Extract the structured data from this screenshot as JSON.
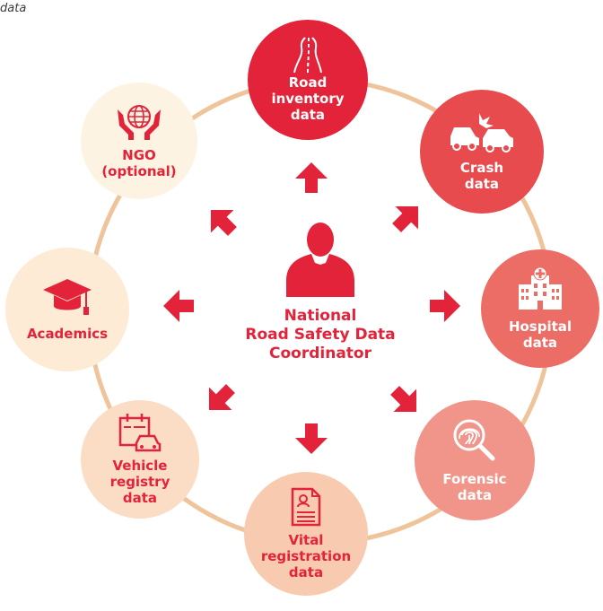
{
  "caption": "data",
  "colors": {
    "ring": "#e9b98c",
    "accent": "#e3233a",
    "dark_red": "#e3233a",
    "white": "#ffffff"
  },
  "center": {
    "title": "National\nRoad Safety Data\nCoordinator",
    "icon": "person-silhouette-icon"
  },
  "nodes": [
    {
      "id": "road-inventory",
      "label": "Road\ninventory\ndata",
      "icon": "road-icon",
      "fill": "#e3233a",
      "text_color": "#ffffff"
    },
    {
      "id": "crash",
      "label": "Crash\ndata",
      "icon": "car-crash-icon",
      "fill": "#e74b4e",
      "text_color": "#ffffff"
    },
    {
      "id": "hospital",
      "label": "Hospital\ndata",
      "icon": "hospital-icon",
      "fill": "#ec6d66",
      "text_color": "#ffffff"
    },
    {
      "id": "forensic",
      "label": "Forensic\ndata",
      "icon": "fingerprint-magnifier-icon",
      "fill": "#f1958b",
      "text_color": "#ffffff"
    },
    {
      "id": "vital-registration",
      "label": "Vital\nregistration\ndata",
      "icon": "certificate-document-icon",
      "fill": "#f8cbb0",
      "text_color": "#e3233a"
    },
    {
      "id": "vehicle-registry",
      "label": "Vehicle\nregistry\ndata",
      "icon": "calendar-car-icon",
      "fill": "#fbddc6",
      "text_color": "#e3233a"
    },
    {
      "id": "academics",
      "label": "Academics",
      "icon": "graduation-cap-icon",
      "fill": "#fdebd6",
      "text_color": "#e3233a"
    },
    {
      "id": "ngo",
      "label": "NGO\n(optional)",
      "icon": "hands-globe-icon",
      "fill": "#fdf3e2",
      "text_color": "#e3233a"
    }
  ]
}
